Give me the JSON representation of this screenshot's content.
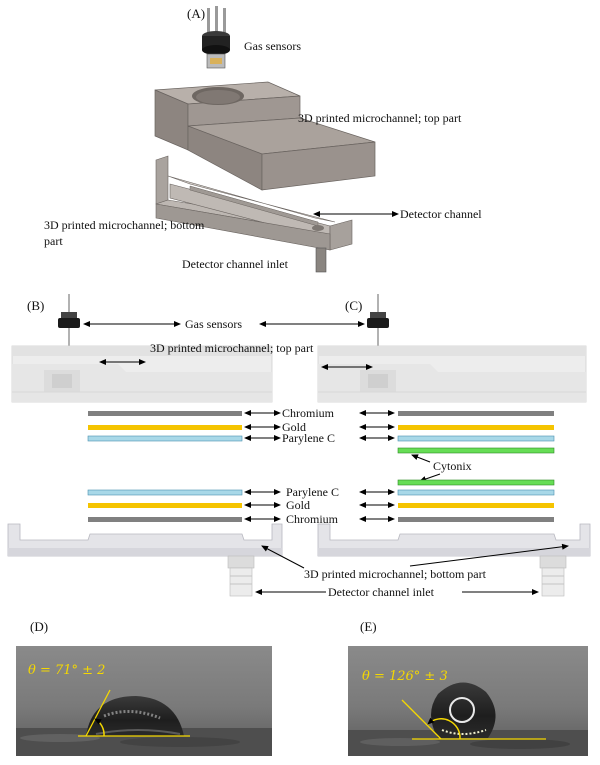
{
  "panels": {
    "a": "(A)",
    "b": "(B)",
    "c": "(C)",
    "d": "(D)",
    "e": "(E)"
  },
  "labels": {
    "gas_sensors_a": "Gas sensors",
    "top_part_a": "3D printed microchannel; top part",
    "detector_channel": "Detector channel",
    "bottom_part_a_line1": "3D printed microchannel; bottom",
    "bottom_part_a_line2": "part",
    "inlet_a": "Detector channel inlet",
    "gas_sensors_bc": "Gas sensors",
    "top_part_b": "3D printed microchannel; top part",
    "chromium_top": "Chromium",
    "gold_top": "Gold",
    "parylene_top": "Parylene C",
    "cytonix": "Cytonix",
    "parylene_bottom": "Parylene C",
    "gold_bottom": "Gold",
    "chromium_bottom": "Chromium",
    "bottom_part_bc": "3D printed microchannel; bottom part",
    "inlet_bc": "Detector channel inlet"
  },
  "angles": {
    "d": "θ = 71° ± 2",
    "e": "θ = 126° ± 3"
  },
  "colors": {
    "chromium": "#808080",
    "gold": "#f5c400",
    "parylene": "#a8d8e8",
    "cytonix": "#66dd55",
    "angle_annotation": "#f5d800"
  }
}
